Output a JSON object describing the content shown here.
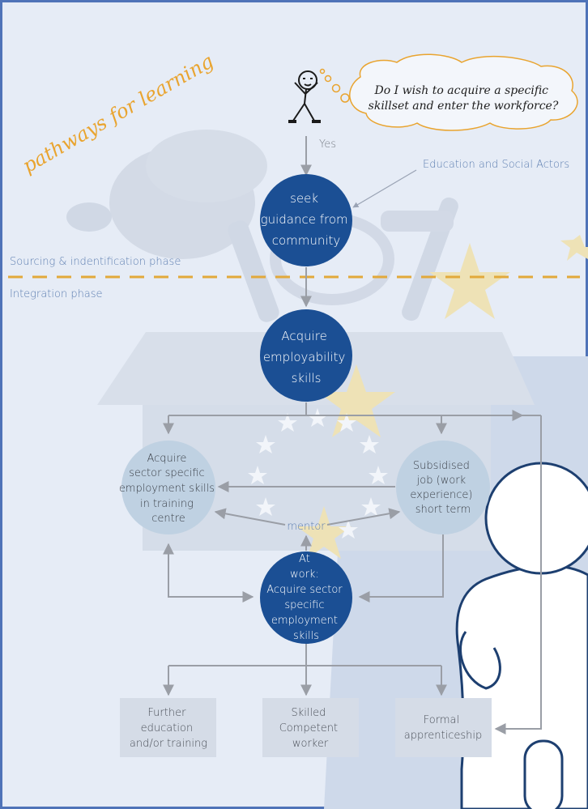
{
  "title": "pathways for learning",
  "question": "Do I wish to acquire a specific skillset and enter the workforce?",
  "yes_label": "Yes",
  "actors_label": "Education and Social Actors",
  "phases": {
    "sourcing": "Sourcing & indentification phase",
    "integration": "Integration phase"
  },
  "nodes": {
    "seek": [
      "seek",
      "guidance from",
      "community"
    ],
    "employability": [
      "Acquire",
      "employability",
      "skills"
    ],
    "training_centre": [
      "Acquire",
      "sector specific",
      "employment skills",
      "in training",
      "centre"
    ],
    "subsidised": [
      "Subsidised",
      "job (work",
      "experience)",
      "short term"
    ],
    "at_work": [
      "At",
      "work:",
      "Acquire sector",
      "specific",
      "employment",
      "skills"
    ]
  },
  "mentor_label": "mentor",
  "outcomes": {
    "further": [
      "Further",
      "education",
      "and/or training"
    ],
    "skilled": [
      "Skilled",
      "Competent",
      "worker"
    ],
    "apprenticeship": [
      "Formal",
      "apprenticeship"
    ]
  },
  "colors": {
    "background": "#e6ecf6",
    "dark_node": "#1b4f94",
    "light_node": "#bfd1e2",
    "dashed_line": "#e2a93b",
    "title_orange": "#e9a42f",
    "arrow": "#9a9ea6",
    "outcome_box": "#d5dce7",
    "phase_text": "#5e7fb1"
  },
  "icons": [
    "stick-figure-icon",
    "thought-bubble-icon",
    "person-silhouette-icon",
    "star-icon"
  ]
}
